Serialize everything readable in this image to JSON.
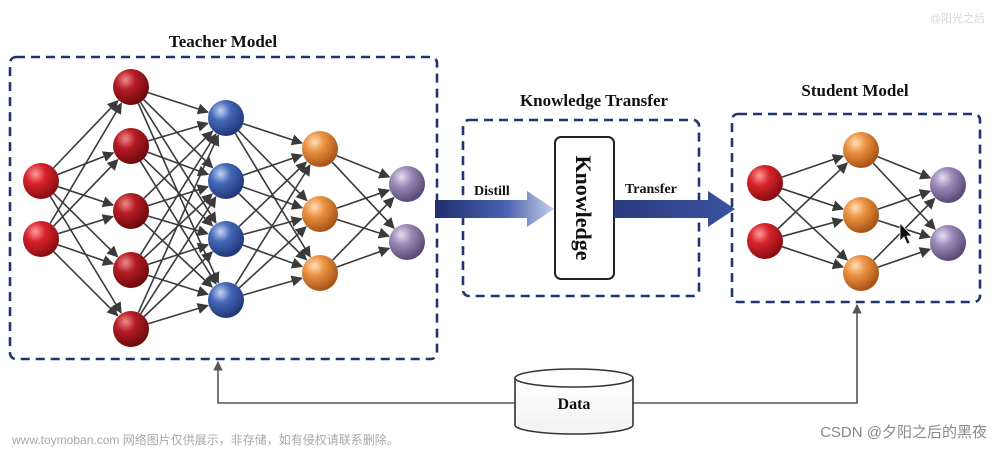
{
  "titles": {
    "teacher": "Teacher Model",
    "transfer": "Knowledge Transfer",
    "student": "Student Model"
  },
  "labels": {
    "distill": "Distill",
    "knowledge": "Knowledge",
    "transfer": "Transfer",
    "data": "Data"
  },
  "watermarks": {
    "left": "www.toymoban.com 网络图片仅供展示，非存储，如有侵权请联系删除。",
    "right": "CSDN @夕阳之后的黑夜",
    "top_right": "@阳光之后"
  },
  "colors": {
    "red": "#c8202a",
    "blue": "#3a5fb0",
    "orange": "#e48a3a",
    "purple": "#8a7aa8",
    "frame": "#1f3470",
    "arrow": "#3b4f9a"
  }
}
